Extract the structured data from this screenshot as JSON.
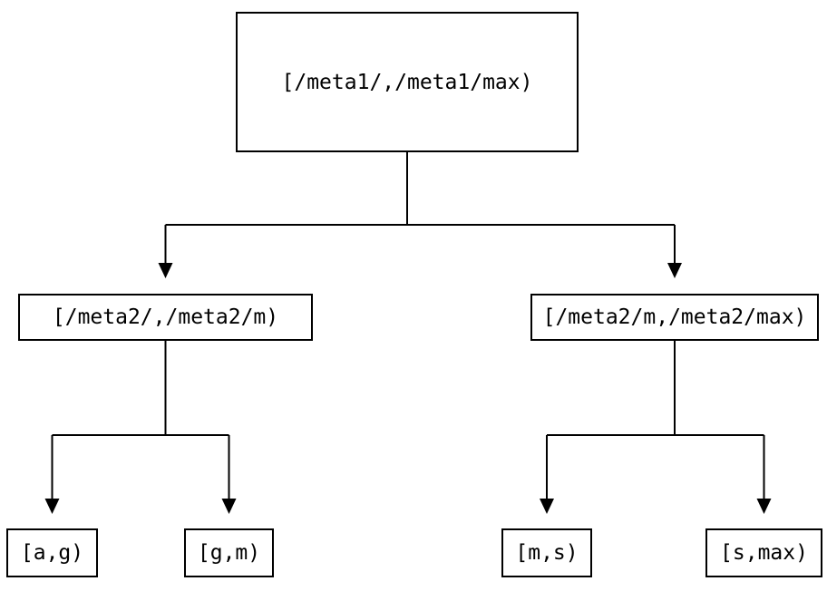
{
  "diagram": {
    "type": "tree",
    "colors": {
      "background": "#ffffff",
      "line": "#000000",
      "text": "#000000"
    },
    "nodes": {
      "root": {
        "label": "[/meta1/,/meta1/max)"
      },
      "left_child": {
        "label": "[/meta2/,/meta2/m)"
      },
      "right_child": {
        "label": "[/meta2/m,/meta2/max)"
      },
      "leaves": [
        {
          "label": "[a,g)"
        },
        {
          "label": "[g,m)"
        },
        {
          "label": "[m,s)"
        },
        {
          "label": "[s,max)"
        }
      ]
    },
    "edges": [
      {
        "from": "root",
        "to": "left_child"
      },
      {
        "from": "root",
        "to": "right_child"
      },
      {
        "from": "left_child",
        "to": "leaf [a,g)"
      },
      {
        "from": "left_child",
        "to": "leaf [g,m)"
      },
      {
        "from": "right_child",
        "to": "leaf [m,s)"
      },
      {
        "from": "right_child",
        "to": "leaf [s,max)"
      }
    ]
  }
}
